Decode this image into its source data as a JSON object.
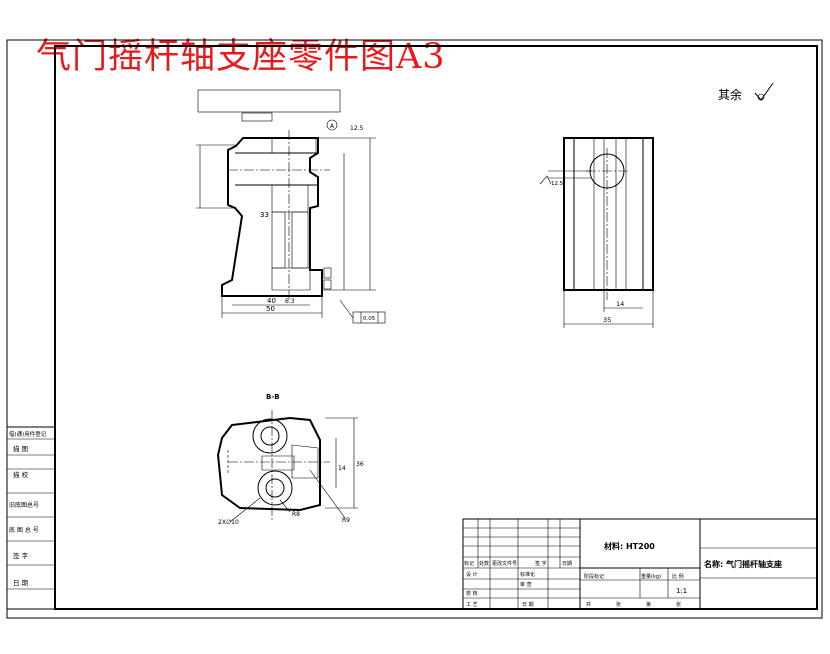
{
  "title": "气门摇杆轴支座零件图A3",
  "roughness_note": "其余",
  "side_strip": {
    "top_label": "借(通)用件登记",
    "labels": [
      "描 图",
      "描 校",
      "旧底图总号",
      "底 图 总 号",
      "签 字",
      "日 期"
    ]
  },
  "title_block": {
    "material": "材料: HT200",
    "name": "名称: 气门摇杆轴支座",
    "scale_value": "1:1",
    "row_labels": [
      "标记",
      "处数",
      "更改文件号",
      "签 字",
      "日期"
    ],
    "design_label": "设 计",
    "standard_label": "标准化",
    "check_label": "校 核",
    "review_label": "审 查",
    "process_label": "工 艺",
    "date_label": "日 期",
    "stage_label": "阶段标记",
    "weight_label": "重量(kg)",
    "scale_label": "比 例",
    "sheet_total": "共",
    "sheet_word": "张",
    "sheet_no": "第",
    "page_word": "张"
  },
  "front_view": {
    "dims": {
      "d40": "40",
      "d50": "50",
      "d33": "33",
      "d6_3": "6.3",
      "d12_5": "12.5",
      "flatness": "0.05",
      "datum_a": "A"
    }
  },
  "side_view": {
    "dims": {
      "d35": "35",
      "d14": "14",
      "d12_5": "12.5"
    }
  },
  "section": {
    "label": "B-B",
    "dims": {
      "r9": "R9",
      "r8": "R8",
      "d14": "14",
      "d36": "36",
      "hole": "2X∅10"
    }
  }
}
